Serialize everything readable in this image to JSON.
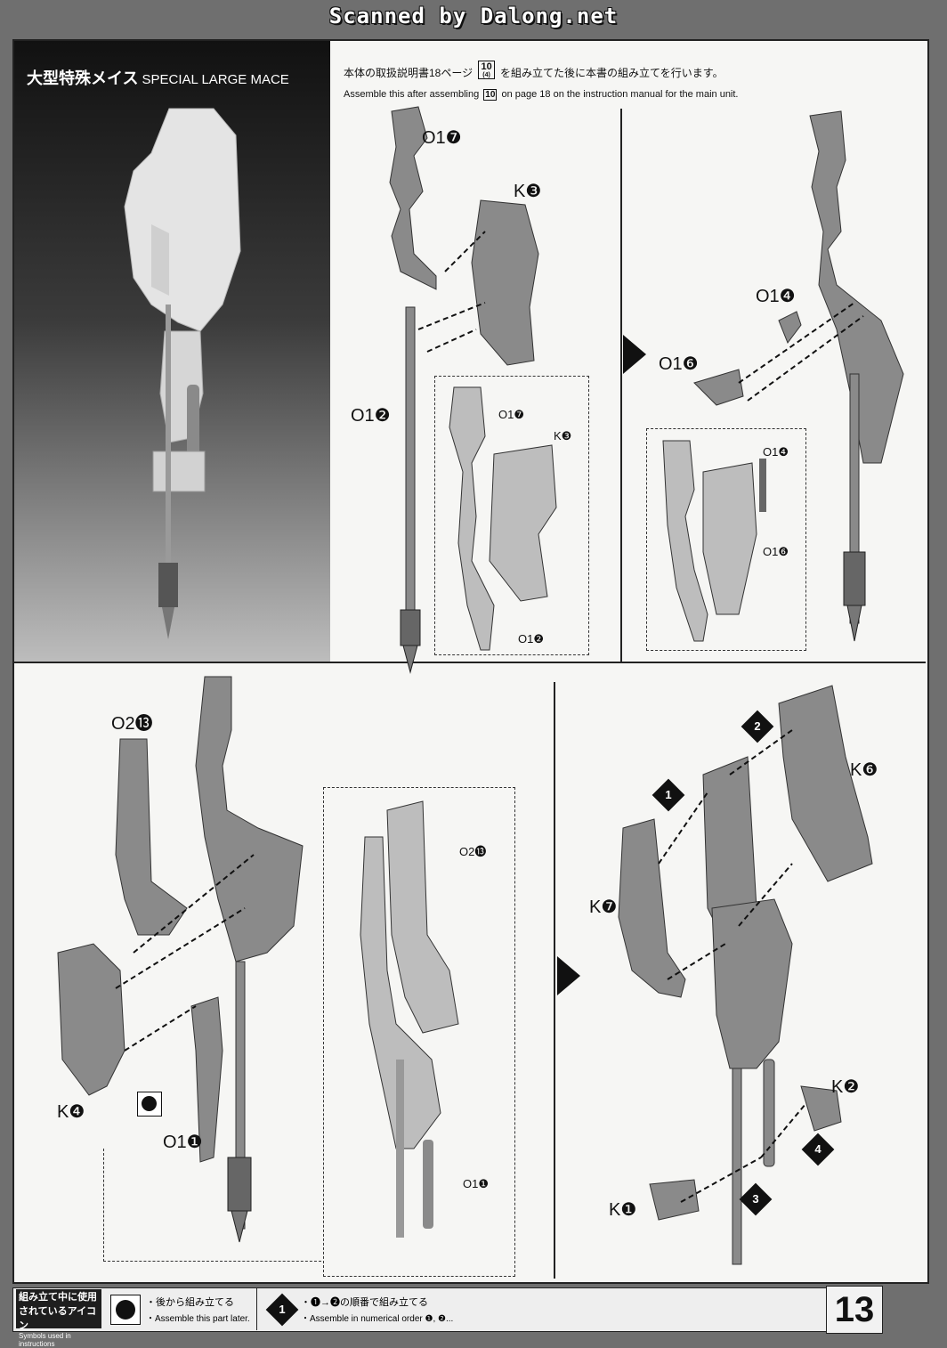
{
  "watermark": "Scanned by Dalong.net",
  "hero": {
    "title_ja": "大型特殊メイス",
    "title_en": "SPECIAL LARGE MACE"
  },
  "instructions": {
    "ja_before": "本体の取扱説明書18ページ",
    "ja_after": "を組み立てた後に本書の組み立てを行います。",
    "en_before": "Assemble this after assembling",
    "en_after": "on page 18 on the instruction manual for the main unit.",
    "ref_step": "10",
    "ref_sub": "(4)"
  },
  "parts": {
    "o1_7": "O1❼",
    "k_3": "K❸",
    "o1_2": "O1❷",
    "o1_4": "O1❹",
    "o1_6": "O1❻",
    "o2_13": "O2⓭",
    "k_4": "K❹",
    "o1_1": "O1❶",
    "k_6": "K❻",
    "k_7": "K❼",
    "k_2": "K❷",
    "k_1": "K❶"
  },
  "detail_labels": {
    "o1_7": "O1❼",
    "k_3": "K❸",
    "o1_2": "O1❷",
    "o1_4": "O1❹",
    "o1_6": "O1❻",
    "o2_13": "O2⓭",
    "o1_1": "O1❶"
  },
  "order_steps": [
    "1",
    "2",
    "3",
    "4"
  ],
  "legend": {
    "title_ja_1": "組み立て中に使用",
    "title_ja_2": "されているアイコン",
    "title_en": "Symbols used in instructions",
    "later_ja": "・後から組み立てる",
    "later_en": "・Assemble this part later.",
    "order_icon": "1",
    "order_ja": "・❶→❷の順番で組み立てる",
    "order_en": "・Assemble in numerical order ❶, ❷..."
  },
  "page_number": "13",
  "colors": {
    "frame": "#6f6f6f",
    "sheet": "#f6f6f4",
    "ink": "#111111",
    "part_fill": "#8a8a8a",
    "part_light": "#bdbdbd"
  }
}
